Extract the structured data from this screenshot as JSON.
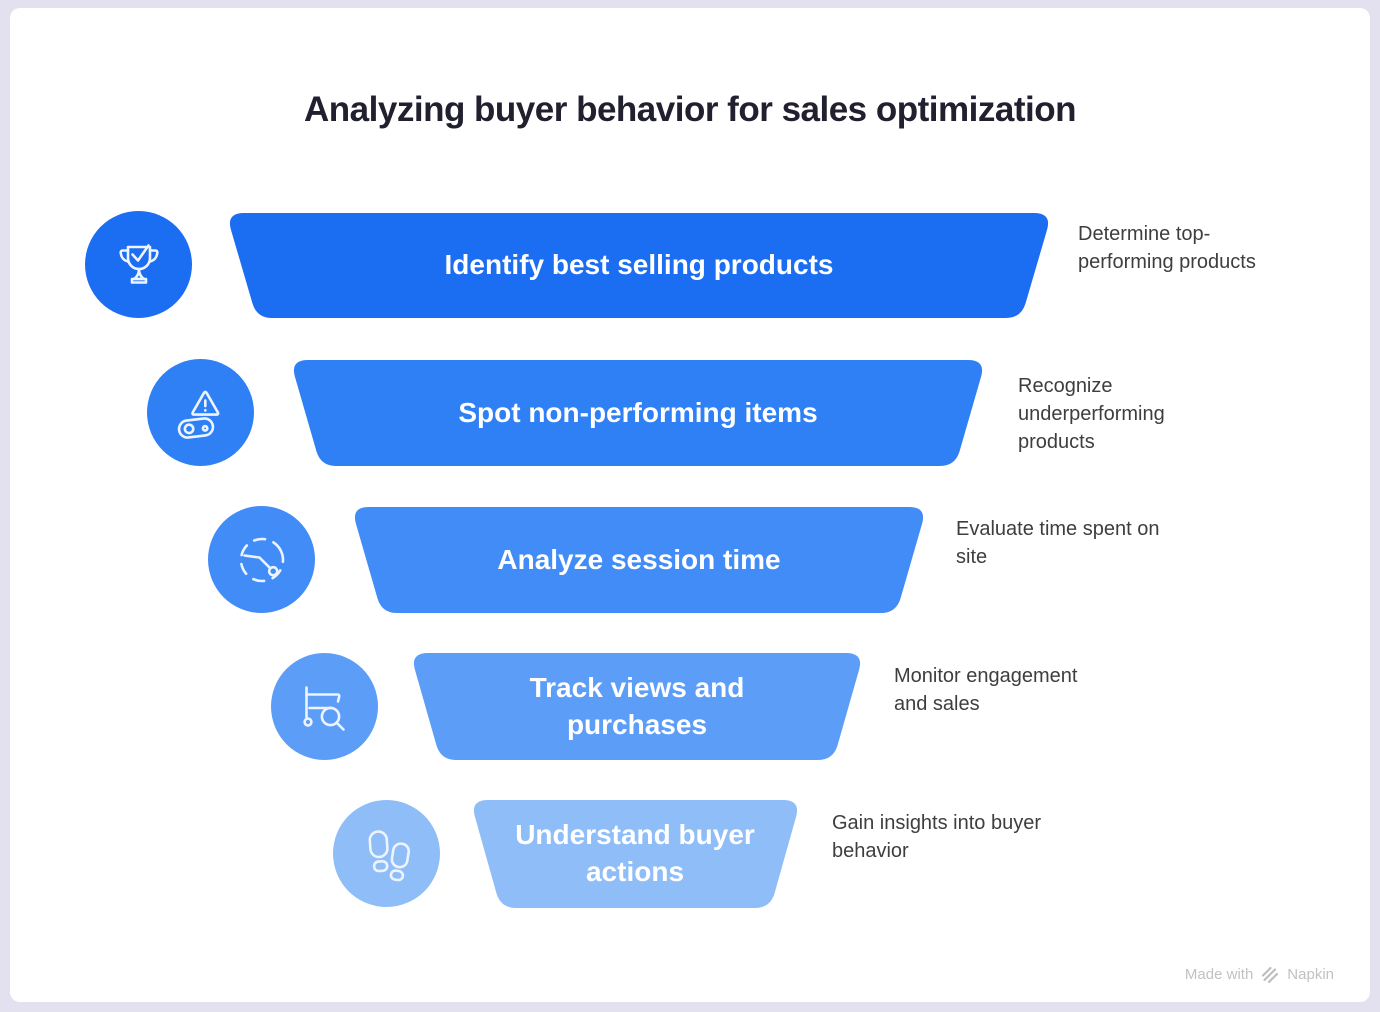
{
  "title": "Analyzing buyer behavior for sales optimization",
  "funnel": {
    "rows": [
      {
        "label": "Identify best selling products",
        "description": "Determine top-performing products",
        "icon": "trophy-check-icon",
        "color": "#1b6df2"
      },
      {
        "label": "Spot non-performing items",
        "description": "Recognize underperforming products",
        "icon": "warning-mouse-icon",
        "color": "#2f80f5"
      },
      {
        "label": "Analyze session time",
        "description": "Evaluate time spent on site",
        "icon": "stopwatch-icon",
        "color": "#418cf7"
      },
      {
        "label": "Track views and purchases",
        "description": "Monitor engagement and sales",
        "icon": "cart-search-icon",
        "color": "#5c9df8"
      },
      {
        "label": "Understand buyer actions",
        "description": "Gain insights into buyer behavior",
        "icon": "footprints-icon",
        "color": "#8fbdf8"
      }
    ]
  },
  "footer": {
    "made_with": "Made with",
    "brand": "Napkin"
  },
  "colors": {
    "canvas": "#e3e1f0",
    "card": "#ffffff",
    "title_text": "#20202e",
    "bar_text": "#ffffff",
    "description_text": "#3e3e3e",
    "footer_text": "#c2c2c2",
    "icon_stroke": "#edf4ff"
  }
}
